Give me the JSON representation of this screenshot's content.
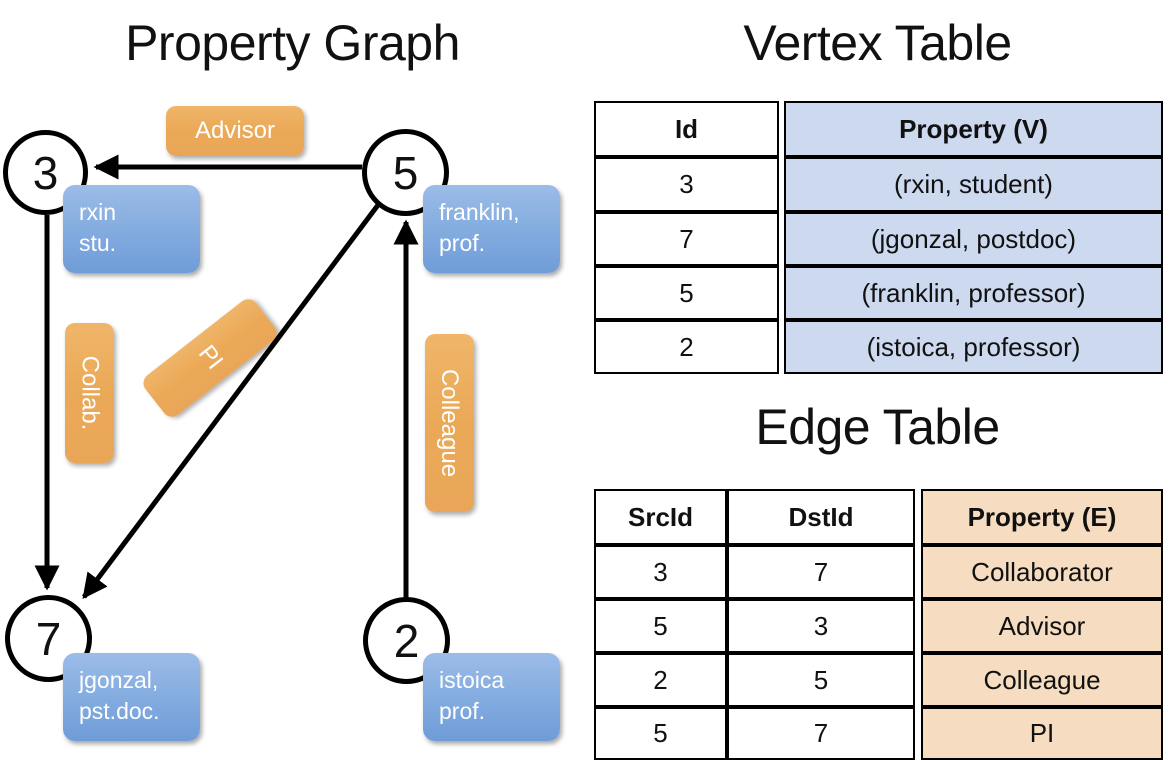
{
  "titles": {
    "property_graph": "Property Graph",
    "vertex_table": "Vertex Table",
    "edge_table": "Edge Table"
  },
  "graph": {
    "vertices": [
      {
        "id": "3",
        "property_line1": "rxin",
        "property_line2": "stu."
      },
      {
        "id": "5",
        "property_line1": "franklin,",
        "property_line2": "prof."
      },
      {
        "id": "7",
        "property_line1": "jgonzal,",
        "property_line2": "pst.doc."
      },
      {
        "id": "2",
        "property_line1": "istoica",
        "property_line2": "prof."
      }
    ],
    "edge_labels": {
      "advisor": "Advisor",
      "collab": "Collab.",
      "pi": "PI",
      "colleague": "Colleague"
    }
  },
  "vertex_table": {
    "headers": [
      "Id",
      "Property (V)"
    ],
    "rows": [
      {
        "id": "3",
        "property": "(rxin, student)"
      },
      {
        "id": "7",
        "property": "(jgonzal, postdoc)"
      },
      {
        "id": "5",
        "property": "(franklin, professor)"
      },
      {
        "id": "2",
        "property": "(istoica, professor)"
      }
    ]
  },
  "edge_table": {
    "headers": [
      "SrcId",
      "DstId",
      "Property (E)"
    ],
    "rows": [
      {
        "src": "3",
        "dst": "7",
        "property": "Collaborator"
      },
      {
        "src": "5",
        "dst": "3",
        "property": "Advisor"
      },
      {
        "src": "2",
        "dst": "5",
        "property": "Colleague"
      },
      {
        "src": "5",
        "dst": "7",
        "property": "PI"
      }
    ]
  },
  "colors": {
    "vertex_property_fill": "#ccd9ef",
    "edge_property_fill": "#f6dcc0",
    "node_box_blue": "#86aee0",
    "edge_box_orange": "#eaa957",
    "stroke": "#000000",
    "background": "#ffffff"
  }
}
